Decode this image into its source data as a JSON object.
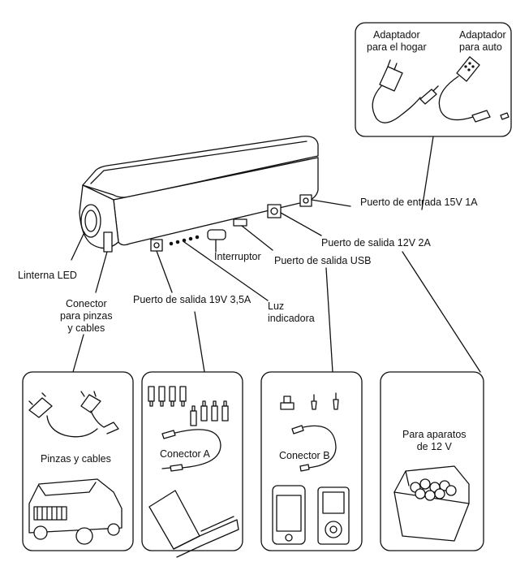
{
  "labels": {
    "linterna": "Linterna LED",
    "conector_pinzas": "Conector\npara pinzas\ny cables",
    "puerto_19v": "Puerto de salida 19V 3,5A",
    "luz": "Luz\nindicadora",
    "interruptor": "Interruptor",
    "puerto_usb": "Puerto de salida USB",
    "puerto_12v": "Puerto de salida 12V 2A",
    "puerto_entrada": "Puerto de entrada 15V 1A",
    "adaptador_hogar": "Adaptador\npara el hogar",
    "adaptador_auto": "Adaptador\npara auto"
  },
  "boxes": {
    "pinzas": "Pinzas y cables",
    "conector_a": "Conector A",
    "conector_b": "Conector B",
    "aparatos": "Para aparatos\nde 12 V"
  }
}
